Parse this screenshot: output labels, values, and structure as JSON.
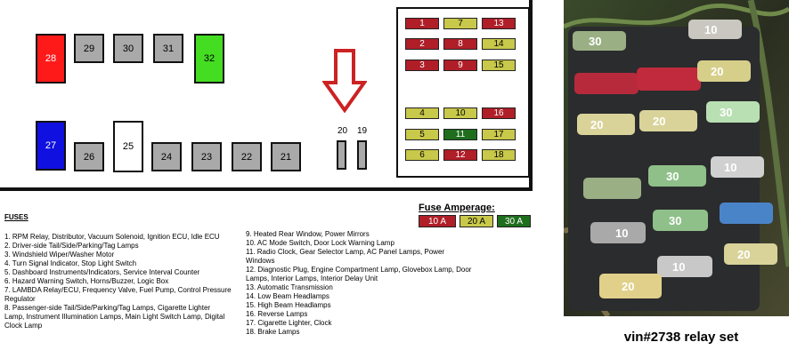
{
  "relays": {
    "r28": "28",
    "r29": "29",
    "r30": "30",
    "r31": "31",
    "r32": "32",
    "r27": "27",
    "r26": "26",
    "r25": "25",
    "r24": "24",
    "r23": "23",
    "r22": "22",
    "r21": "21",
    "r20": "20",
    "r19": "19"
  },
  "fuses": [
    {
      "label": "1",
      "color": "#b01e28"
    },
    {
      "label": "7",
      "color": "#c8c84a"
    },
    {
      "label": "13",
      "color": "#b01e28"
    },
    {
      "label": "2",
      "color": "#b01e28"
    },
    {
      "label": "8",
      "color": "#b01e28"
    },
    {
      "label": "14",
      "color": "#c8c84a"
    },
    {
      "label": "3",
      "color": "#b01e28"
    },
    {
      "label": "9",
      "color": "#b01e28"
    },
    {
      "label": "15",
      "color": "#c8c84a"
    },
    {
      "label": "4",
      "color": "#c8c84a"
    },
    {
      "label": "10",
      "color": "#c8c84a"
    },
    {
      "label": "16",
      "color": "#b01e28"
    },
    {
      "label": "5",
      "color": "#c8c84a"
    },
    {
      "label": "11",
      "color": "#1e6e1e"
    },
    {
      "label": "17",
      "color": "#c8c84a"
    },
    {
      "label": "6",
      "color": "#c8c84a"
    },
    {
      "label": "12",
      "color": "#b01e28"
    },
    {
      "label": "18",
      "color": "#c8c84a"
    }
  ],
  "legend": {
    "title": "Fuse Amperage:",
    "a10": "10 A",
    "a20": "20 A",
    "a30": "30 A",
    "c10": "#b01e28",
    "c20": "#c8c84a",
    "c30": "#1e6e1e"
  },
  "fuses_title": "FUSES",
  "list_left": [
    "1. RPM Relay, Distributor, Vacuum Solenoid, Ignition ECU, Idle ECU",
    "2. Driver-side Tail/Side/Parking/Tag Lamps",
    "3. Windshield Wiper/Washer Motor",
    "4. Turn Signal Indicator, Stop Light Switch",
    "5. Dashboard Instruments/Indicators, Service Interval Counter",
    "6. Hazard Warning Switch, Horns/Buzzer, Logic Box",
    "7. LAMBDA Relay/ECU, Frequency Valve, Fuel Pump, Control Pressure Regulator",
    "8. Passenger-side Tail/Side/Parking/Tag Lamps, Cigarette Lighter Lamp, Instrument Illumination Lamps, Main Light Switch Lamp, Digital Clock Lamp"
  ],
  "list_right": [
    "9. Heated Rear Window, Power Mirrors",
    "10. AC Mode Switch, Door Lock Warning Lamp",
    "11. Radio Clock, Gear Selector Lamp, AC Panel Lamps, Power Windows",
    "12. Diagnostic Plug, Engine Compartment Lamp, Glovebox Lamp, Door Lamps, Interior Lamps, Interior Delay Unit",
    "13. Automatic Transmission",
    "14. Low Beam Headlamps",
    "15. High Beam Headlamps",
    "16. Reverse Lamps",
    "17. Cigarette Lighter, Clock",
    "18. Brake Lamps"
  ],
  "caption": "vin#2738 relay set",
  "colors": {
    "red_relay": "#ff1a1a",
    "green_relay": "#44dd22",
    "blue_relay": "#1010e0",
    "white_relay": "#ffffff",
    "arrow": "#cc2222"
  }
}
